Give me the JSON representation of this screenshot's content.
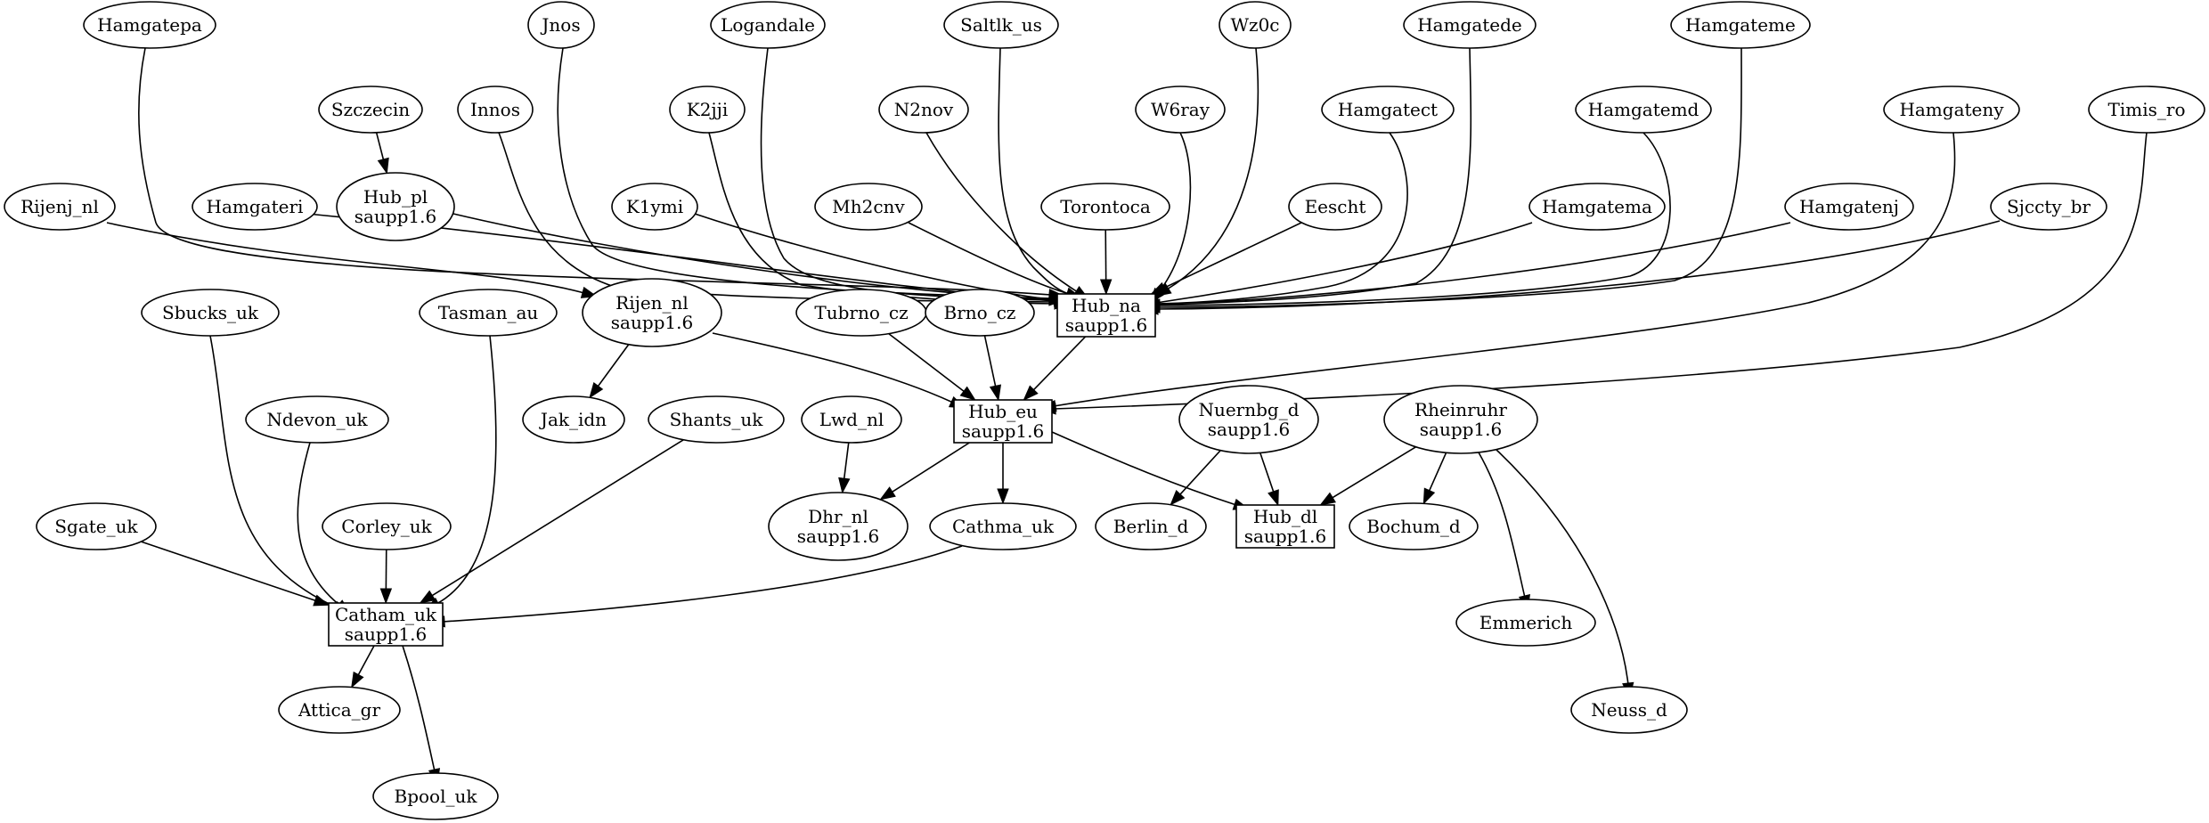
{
  "nodes": [
    {
      "id": "hamgatepa",
      "label": [
        "Hamgatepa"
      ],
      "shape": "ellipse"
    },
    {
      "id": "jnos",
      "label": [
        "Jnos"
      ],
      "shape": "ellipse"
    },
    {
      "id": "logandale",
      "label": [
        "Logandale"
      ],
      "shape": "ellipse"
    },
    {
      "id": "saltlk_us",
      "label": [
        "Saltlk_us"
      ],
      "shape": "ellipse"
    },
    {
      "id": "wz0c",
      "label": [
        "Wz0c"
      ],
      "shape": "ellipse"
    },
    {
      "id": "hamgatede",
      "label": [
        "Hamgatede"
      ],
      "shape": "ellipse"
    },
    {
      "id": "hamgateme",
      "label": [
        "Hamgateme"
      ],
      "shape": "ellipse"
    },
    {
      "id": "szczecin",
      "label": [
        "Szczecin"
      ],
      "shape": "ellipse"
    },
    {
      "id": "innos",
      "label": [
        "Innos"
      ],
      "shape": "ellipse"
    },
    {
      "id": "k2jji",
      "label": [
        "K2jji"
      ],
      "shape": "ellipse"
    },
    {
      "id": "n2nov",
      "label": [
        "N2nov"
      ],
      "shape": "ellipse"
    },
    {
      "id": "w6ray",
      "label": [
        "W6ray"
      ],
      "shape": "ellipse"
    },
    {
      "id": "hamgatect",
      "label": [
        "Hamgatect"
      ],
      "shape": "ellipse"
    },
    {
      "id": "hamgatemd",
      "label": [
        "Hamgatemd"
      ],
      "shape": "ellipse"
    },
    {
      "id": "hamgateny",
      "label": [
        "Hamgateny"
      ],
      "shape": "ellipse"
    },
    {
      "id": "timis_ro",
      "label": [
        "Timis_ro"
      ],
      "shape": "ellipse"
    },
    {
      "id": "rijenj_nl",
      "label": [
        "Rijenj_nl"
      ],
      "shape": "ellipse"
    },
    {
      "id": "hamgateri",
      "label": [
        "Hamgateri"
      ],
      "shape": "ellipse"
    },
    {
      "id": "hub_pl",
      "label": [
        "Hub_pl",
        "saupp1.6"
      ],
      "shape": "ellipse"
    },
    {
      "id": "k1ymi",
      "label": [
        "K1ymi"
      ],
      "shape": "ellipse"
    },
    {
      "id": "mh2cnv",
      "label": [
        "Mh2cnv"
      ],
      "shape": "ellipse"
    },
    {
      "id": "torontoca",
      "label": [
        "Torontoca"
      ],
      "shape": "ellipse"
    },
    {
      "id": "eescht",
      "label": [
        "Eescht"
      ],
      "shape": "ellipse"
    },
    {
      "id": "hamgatema",
      "label": [
        "Hamgatema"
      ],
      "shape": "ellipse"
    },
    {
      "id": "hamgatenj",
      "label": [
        "Hamgatenj"
      ],
      "shape": "ellipse"
    },
    {
      "id": "sjccty_br",
      "label": [
        "Sjccty_br"
      ],
      "shape": "ellipse"
    },
    {
      "id": "hub_na",
      "label": [
        "Hub_na",
        "saupp1.6"
      ],
      "shape": "box"
    },
    {
      "id": "sbucks_uk",
      "label": [
        "Sbucks_uk"
      ],
      "shape": "ellipse"
    },
    {
      "id": "tasman_au",
      "label": [
        "Tasman_au"
      ],
      "shape": "ellipse"
    },
    {
      "id": "rijen_nl",
      "label": [
        "Rijen_nl",
        "saupp1.6"
      ],
      "shape": "ellipse"
    },
    {
      "id": "tubrno_cz",
      "label": [
        "Tubrno_cz"
      ],
      "shape": "ellipse"
    },
    {
      "id": "brno_cz",
      "label": [
        "Brno_cz"
      ],
      "shape": "ellipse"
    },
    {
      "id": "ndevon_uk",
      "label": [
        "Ndevon_uk"
      ],
      "shape": "ellipse"
    },
    {
      "id": "jak_idn",
      "label": [
        "Jak_idn"
      ],
      "shape": "ellipse"
    },
    {
      "id": "shants_uk",
      "label": [
        "Shants_uk"
      ],
      "shape": "ellipse"
    },
    {
      "id": "lwd_nl",
      "label": [
        "Lwd_nl"
      ],
      "shape": "ellipse"
    },
    {
      "id": "hub_eu",
      "label": [
        "Hub_eu",
        "saupp1.6"
      ],
      "shape": "box"
    },
    {
      "id": "nuernbg_d",
      "label": [
        "Nuernbg_d",
        "saupp1.6"
      ],
      "shape": "ellipse"
    },
    {
      "id": "rheinruhr",
      "label": [
        "Rheinruhr",
        "saupp1.6"
      ],
      "shape": "ellipse"
    },
    {
      "id": "sgate_uk",
      "label": [
        "Sgate_uk"
      ],
      "shape": "ellipse"
    },
    {
      "id": "corley_uk",
      "label": [
        "Corley_uk"
      ],
      "shape": "ellipse"
    },
    {
      "id": "dhr_nl",
      "label": [
        "Dhr_nl",
        "saupp1.6"
      ],
      "shape": "ellipse"
    },
    {
      "id": "cathma_uk",
      "label": [
        "Cathma_uk"
      ],
      "shape": "ellipse"
    },
    {
      "id": "berlin_d",
      "label": [
        "Berlin_d"
      ],
      "shape": "ellipse"
    },
    {
      "id": "hub_dl",
      "label": [
        "Hub_dl",
        "saupp1.6"
      ],
      "shape": "box"
    },
    {
      "id": "bochum_d",
      "label": [
        "Bochum_d"
      ],
      "shape": "ellipse"
    },
    {
      "id": "catham_uk",
      "label": [
        "Catham_uk",
        "saupp1.6"
      ],
      "shape": "box"
    },
    {
      "id": "emmerich",
      "label": [
        "Emmerich"
      ],
      "shape": "ellipse"
    },
    {
      "id": "attica_gr",
      "label": [
        "Attica_gr"
      ],
      "shape": "ellipse"
    },
    {
      "id": "neuss_d",
      "label": [
        "Neuss_d"
      ],
      "shape": "ellipse"
    },
    {
      "id": "bpool_uk",
      "label": [
        "Bpool_uk"
      ],
      "shape": "ellipse"
    }
  ],
  "edges": [
    {
      "from": "szczecin",
      "to": "hub_pl"
    },
    {
      "from": "hamgatepa",
      "to": "hub_na"
    },
    {
      "from": "jnos",
      "to": "hub_na"
    },
    {
      "from": "logandale",
      "to": "hub_na"
    },
    {
      "from": "saltlk_us",
      "to": "hub_na"
    },
    {
      "from": "wz0c",
      "to": "hub_na"
    },
    {
      "from": "hamgatede",
      "to": "hub_na"
    },
    {
      "from": "hamgateme",
      "to": "hub_na"
    },
    {
      "from": "innos",
      "to": "hub_na"
    },
    {
      "from": "k2jji",
      "to": "hub_na"
    },
    {
      "from": "n2nov",
      "to": "hub_na"
    },
    {
      "from": "w6ray",
      "to": "hub_na"
    },
    {
      "from": "hamgatect",
      "to": "hub_na"
    },
    {
      "from": "hamgatemd",
      "to": "hub_na"
    },
    {
      "from": "hamgateri",
      "to": "hub_na"
    },
    {
      "from": "hub_pl",
      "to": "hub_na"
    },
    {
      "from": "k1ymi",
      "to": "hub_na"
    },
    {
      "from": "mh2cnv",
      "to": "hub_na"
    },
    {
      "from": "torontoca",
      "to": "hub_na"
    },
    {
      "from": "eescht",
      "to": "hub_na"
    },
    {
      "from": "hamgatema",
      "to": "hub_na"
    },
    {
      "from": "hamgatenj",
      "to": "hub_na"
    },
    {
      "from": "sjccty_br",
      "to": "hub_na"
    },
    {
      "from": "rijenj_nl",
      "to": "rijen_nl"
    },
    {
      "from": "rijen_nl",
      "to": "jak_idn"
    },
    {
      "from": "rijen_nl",
      "to": "hub_eu"
    },
    {
      "from": "hub_na",
      "to": "hub_eu"
    },
    {
      "from": "tubrno_cz",
      "to": "hub_eu"
    },
    {
      "from": "brno_cz",
      "to": "hub_eu"
    },
    {
      "from": "hamgateny",
      "to": "hub_eu"
    },
    {
      "from": "timis_ro",
      "to": "hub_eu"
    },
    {
      "from": "hub_eu",
      "to": "dhr_nl"
    },
    {
      "from": "lwd_nl",
      "to": "dhr_nl"
    },
    {
      "from": "hub_eu",
      "to": "cathma_uk"
    },
    {
      "from": "hub_eu",
      "to": "hub_dl"
    },
    {
      "from": "nuernbg_d",
      "to": "berlin_d"
    },
    {
      "from": "nuernbg_d",
      "to": "hub_dl"
    },
    {
      "from": "rheinruhr",
      "to": "hub_dl"
    },
    {
      "from": "rheinruhr",
      "to": "bochum_d"
    },
    {
      "from": "rheinruhr",
      "to": "emmerich"
    },
    {
      "from": "rheinruhr",
      "to": "neuss_d"
    },
    {
      "from": "sbucks_uk",
      "to": "catham_uk"
    },
    {
      "from": "tasman_au",
      "to": "catham_uk"
    },
    {
      "from": "ndevon_uk",
      "to": "catham_uk"
    },
    {
      "from": "shants_uk",
      "to": "catham_uk"
    },
    {
      "from": "sgate_uk",
      "to": "catham_uk"
    },
    {
      "from": "corley_uk",
      "to": "catham_uk"
    },
    {
      "from": "cathma_uk",
      "to": "catham_uk"
    },
    {
      "from": "catham_uk",
      "to": "attica_gr"
    },
    {
      "from": "catham_uk",
      "to": "bpool_uk"
    }
  ]
}
